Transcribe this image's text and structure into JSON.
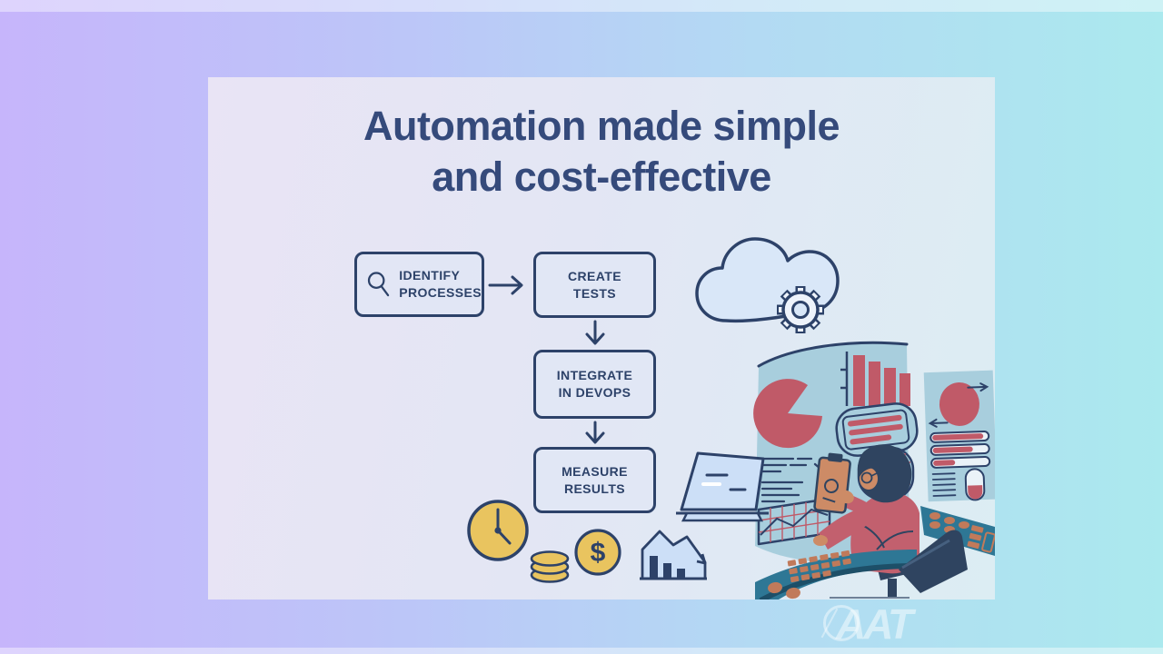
{
  "slide": {
    "title": {
      "line1": "Automation made simple",
      "line2": "and cost-effective"
    }
  },
  "flow": {
    "steps": [
      {
        "id": "identify-processes",
        "line1": "IDENTIFY",
        "line2": "PROCESSES",
        "icon": "magnifier-icon"
      },
      {
        "id": "create-tests",
        "line1": "CREATE",
        "line2": "TESTS"
      },
      {
        "id": "integrate-in-devops",
        "line1": "INTEGRATE",
        "line2": "IN DEVOPS"
      },
      {
        "id": "measure-results",
        "line1": "MEASURE",
        "line2": "RESULTS"
      }
    ]
  },
  "dollar_coin": {
    "symbol": "$"
  },
  "watermark": {
    "text": "AAT"
  },
  "icons": {
    "cloud": "cloud-gear-icon",
    "clock": "clock-icon",
    "coins": "coin-stack-icon",
    "dollar": "dollar-coin-icon",
    "declining_chart": "declining-chart-icon",
    "laptop": "laptop-icon",
    "magnifier": "magnifier-icon"
  },
  "illustration": {
    "description": "person with glasses and rose sweater holding a clipboard at a curved teal control desk, large dashboard screen with pie chart, bar chart, striped panel, text lines and red grid charts, side panel with donut and progress bars, dark laptop"
  },
  "colors": {
    "background_left": "#c6b5fb",
    "background_right": "#abe9ee",
    "card_left": "#e9e4f5",
    "card_right": "#dcedf3",
    "title_navy": "#354a7b",
    "outline_navy": "#2d4269",
    "rose": "#c05a68",
    "screen_teal": "#a8cedd",
    "desk_teal": "#2e7795",
    "key_salmon": "#c17a5a",
    "skin_tan": "#cd8b66",
    "yellow": "#e9c45f",
    "icon_light_blue": "#d3e1f7"
  }
}
